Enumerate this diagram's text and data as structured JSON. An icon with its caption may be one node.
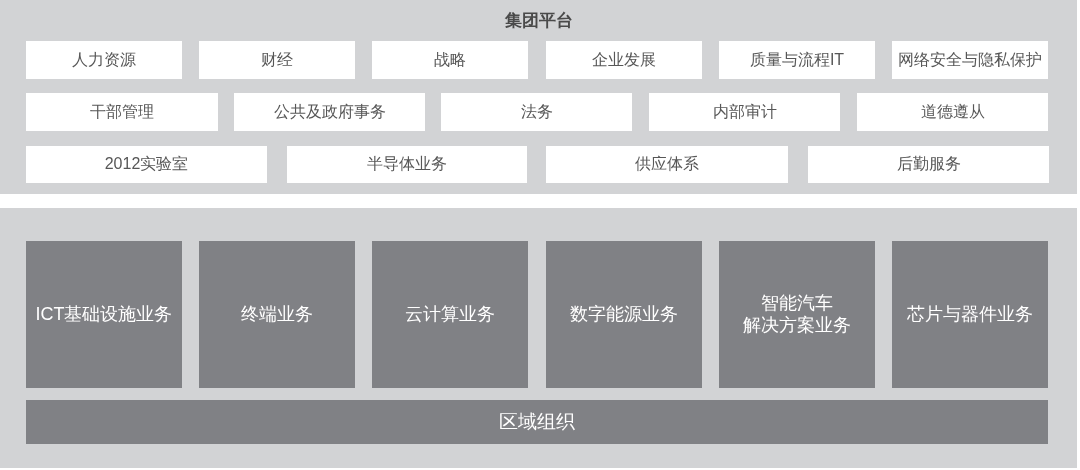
{
  "diagram": {
    "nodes": [
      {
        "text": [
          "集团平台"
        ]
      },
      {
        "text": [
          "人力资源"
        ],
        "in": 0
      },
      {
        "text": [
          "财经"
        ],
        "in": 0
      },
      {
        "text": [
          "战略"
        ],
        "in": 0
      },
      {
        "text": [
          "企业发展"
        ],
        "in": 0
      },
      {
        "text": [
          "质量与流程IT"
        ],
        "in": 0
      },
      {
        "text": [
          "网络安全与隐私保护"
        ],
        "in": 0
      },
      {
        "text": [
          "干部管理"
        ],
        "in": 0
      },
      {
        "text": [
          "公共及政府事务"
        ],
        "in": 0
      },
      {
        "text": [
          "法务"
        ],
        "in": 0
      },
      {
        "text": [
          "内部审计"
        ],
        "in": 0
      },
      {
        "text": [
          "道德遵从"
        ],
        "in": 0
      },
      {
        "text": [
          "2012实验室"
        ],
        "in": 0
      },
      {
        "text": [
          "半导体业务"
        ],
        "in": 0
      },
      {
        "text": [
          "供应体系"
        ],
        "in": 0
      },
      {
        "text": [
          "后勤服务"
        ],
        "in": 0
      },
      {
        "text": [],
        "shape": "box"
      },
      {
        "text": [
          "ICT基础设施业务"
        ],
        "in": 16
      },
      {
        "text": [
          "终端业务"
        ],
        "in": 16
      },
      {
        "text": [
          "云计算业务"
        ],
        "in": 16
      },
      {
        "text": [
          "数字能源业务"
        ],
        "in": 16
      },
      {
        "text": [
          "智能汽车解决方案业务"
        ],
        "in": 16
      },
      {
        "text": [
          "芯片与器件业务"
        ],
        "in": 16
      },
      {
        "text": [
          "区域组织"
        ],
        "in": 16
      }
    ]
  }
}
